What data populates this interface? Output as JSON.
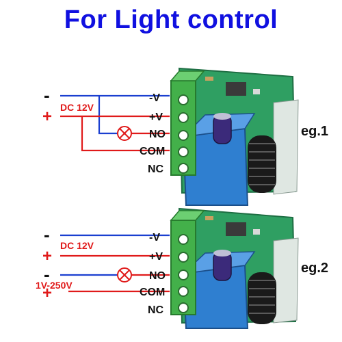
{
  "title": "For Light control",
  "colors": {
    "title": "#1010e0",
    "negative_wire": "#1a3fd0",
    "positive_wire": "#e01a1a",
    "lamp": "#e01a1a",
    "terminal_green": "#43b04a",
    "relay_blue": "#2f7fd0",
    "pcb_green": "#2f9f62",
    "capacitor": "#3b2a7a",
    "antenna": "#1a1a1a"
  },
  "examples": [
    {
      "label": "eg.1",
      "minus_sign": "-",
      "plus_sign": "+",
      "supply_label": "DC 12V",
      "terminals": [
        "-V",
        "+V",
        "NO",
        "COM",
        "NC"
      ]
    },
    {
      "label": "eg.2",
      "minus_sign": "-",
      "plus_sign": "+",
      "supply_label": "DC 12V",
      "load_minus_sign": "-",
      "load_plus_sign": "+",
      "load_label": "1V-250V",
      "terminals": [
        "-V",
        "+V",
        "NO",
        "COM",
        "NC"
      ]
    }
  ]
}
